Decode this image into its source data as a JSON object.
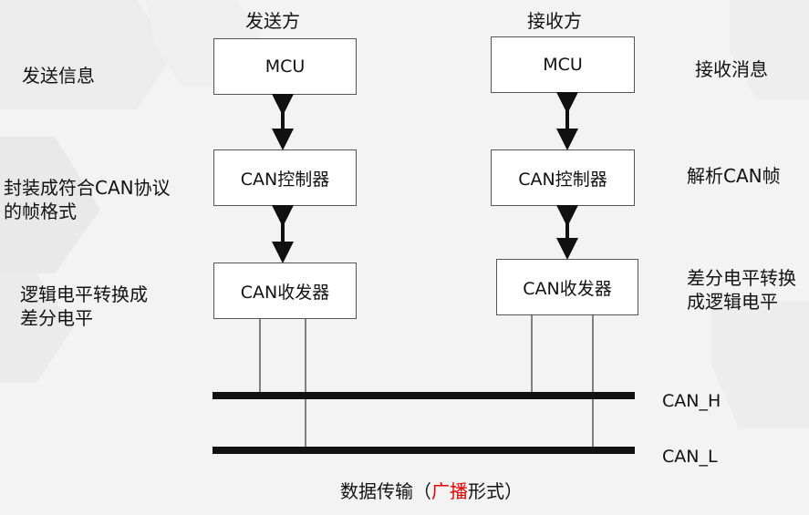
{
  "sender_title": "发送方",
  "receiver_title": "接收方",
  "sender": {
    "mcu": "MCU",
    "controller": "CAN控制器",
    "transceiver": "CAN收发器"
  },
  "receiver": {
    "mcu": "MCU",
    "controller": "CAN控制器",
    "transceiver": "CAN收发器"
  },
  "left_notes": {
    "send_info": "发送信息",
    "encapsulate_line1": "封装成符合CAN协议",
    "encapsulate_line2": "的帧格式",
    "logic_to_diff_line1": "逻辑电平转换成",
    "logic_to_diff_line2": "差分电平"
  },
  "right_notes": {
    "receive_msg": "接收消息",
    "parse_frame": "解析CAN帧",
    "diff_to_logic_line1": "差分电平转换",
    "diff_to_logic_line2": "成逻辑电平"
  },
  "bus": {
    "can_h": "CAN_H",
    "can_l": "CAN_L"
  },
  "caption": {
    "prefix": "数据传输（",
    "highlight": "广播",
    "suffix": "形式）"
  },
  "colors": {
    "highlight": "#e60000",
    "bus_line": "#111111"
  }
}
